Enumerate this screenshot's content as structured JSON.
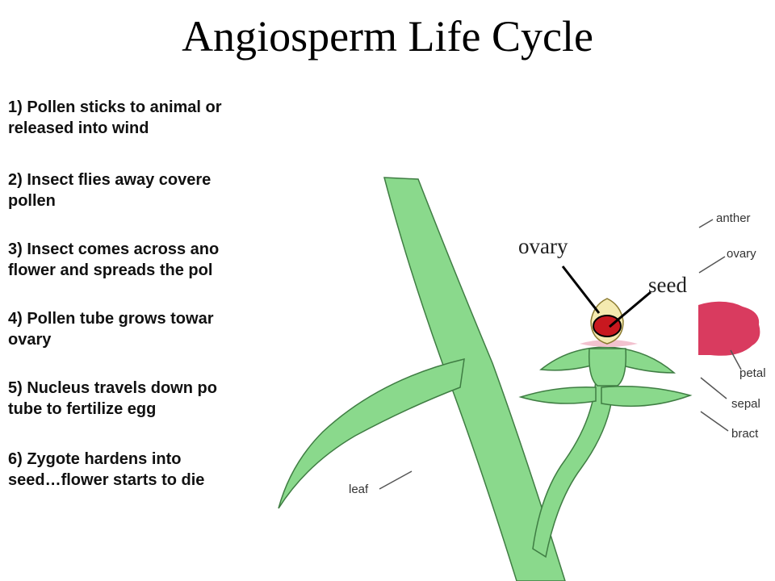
{
  "title": "Angiosperm Life Cycle",
  "steps": [
    "1) Pollen sticks to animal or\nreleased into wind",
    "2) Insect flies away covere\npollen",
    "3) Insect comes across ano\nflower and spreads the pol",
    "4) Pollen tube grows towar\novary",
    "5) Nucleus travels down po\ntube to fertilize egg",
    "6) Zygote hardens into\nseed…flower starts to die"
  ],
  "callouts": {
    "ovary": "ovary",
    "seed": "seed"
  },
  "labels": {
    "anther": "anther",
    "ovary": "ovary",
    "petal": "petal",
    "sepal": "sepal",
    "bract": "bract",
    "leaf": "leaf"
  },
  "colors": {
    "plant_green": "#8ad98c",
    "plant_outline": "#3f7d43",
    "petal_pink": "#d93b5f",
    "seed_red": "#c8181f",
    "ovary_yellow": "#f4eab0"
  }
}
